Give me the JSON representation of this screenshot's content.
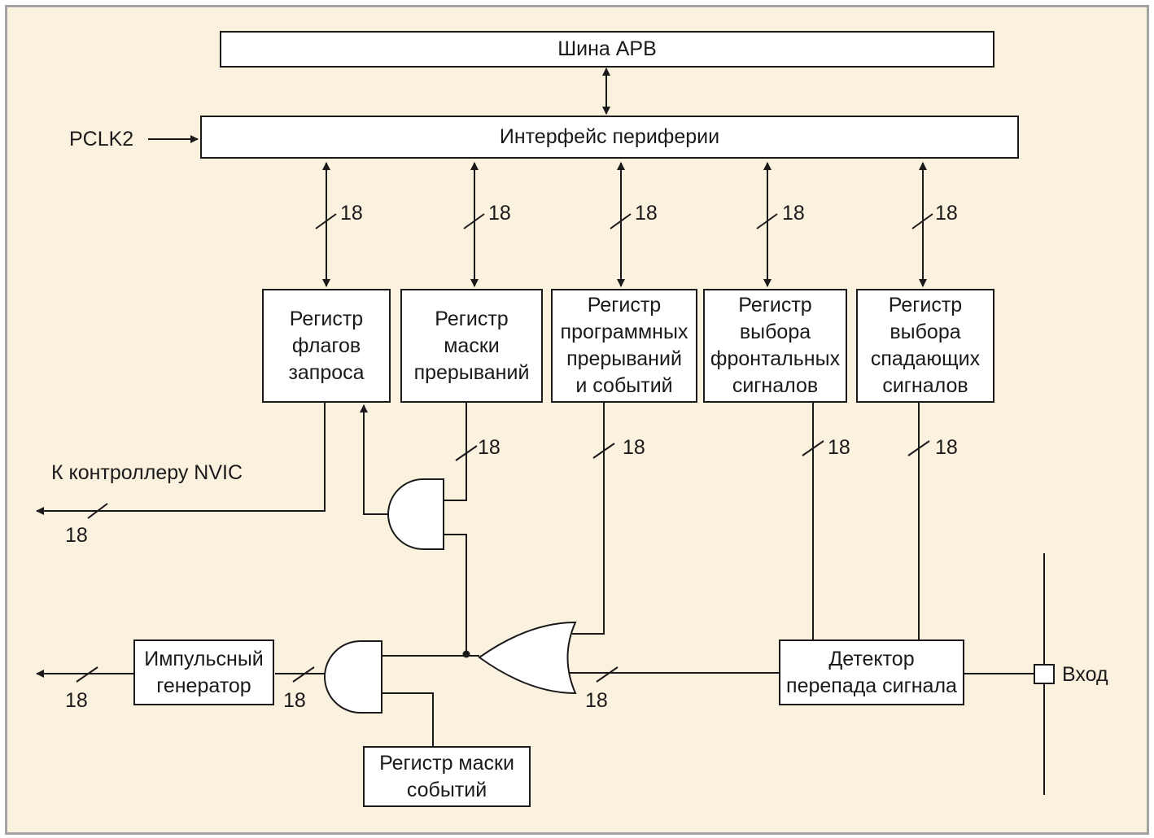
{
  "bus": {
    "label": "Шина APB"
  },
  "interface": {
    "label": "Интерфейс периферии"
  },
  "clock": {
    "label": "PCLK2"
  },
  "registers": {
    "request_flags": {
      "lines": [
        "Регистр",
        "флагов",
        "запроса"
      ]
    },
    "interrupt_mask": {
      "lines": [
        "Регистр",
        "маски",
        "прерываний"
      ]
    },
    "software_events": {
      "lines": [
        "Регистр",
        "программных",
        "прерываний",
        "и событий"
      ]
    },
    "rising_select": {
      "lines": [
        "Регистр",
        "выбора",
        "фронтальных",
        "сигналов"
      ]
    },
    "falling_select": {
      "lines": [
        "Регистр",
        "выбора",
        "спадающих",
        "сигналов"
      ]
    },
    "event_mask": {
      "lines": [
        "Регистр маски",
        "событий"
      ]
    }
  },
  "pulse_generator": {
    "lines": [
      "Импульсный",
      "генератор"
    ]
  },
  "edge_detector": {
    "lines": [
      "Детектор",
      "перепада сигнала"
    ]
  },
  "input": {
    "label": "Вход"
  },
  "nvic": {
    "label": "К контроллеру NVIC"
  },
  "bus_widths": {
    "flags_bus": "18",
    "mask_bus": "18",
    "sw_bus": "18",
    "rising_bus": "18",
    "falling_bus": "18",
    "mask_out": "18",
    "sw_out": "18",
    "rising_out": "18",
    "falling_out": "18",
    "nvic_out": "18",
    "pulse_out": "18",
    "pulse_in": "18",
    "edge_out": "18"
  },
  "colors": {
    "background": "#fbf1df",
    "border": "#a3a3a3",
    "line": "#1a1a1a",
    "box": "#ffffff"
  }
}
